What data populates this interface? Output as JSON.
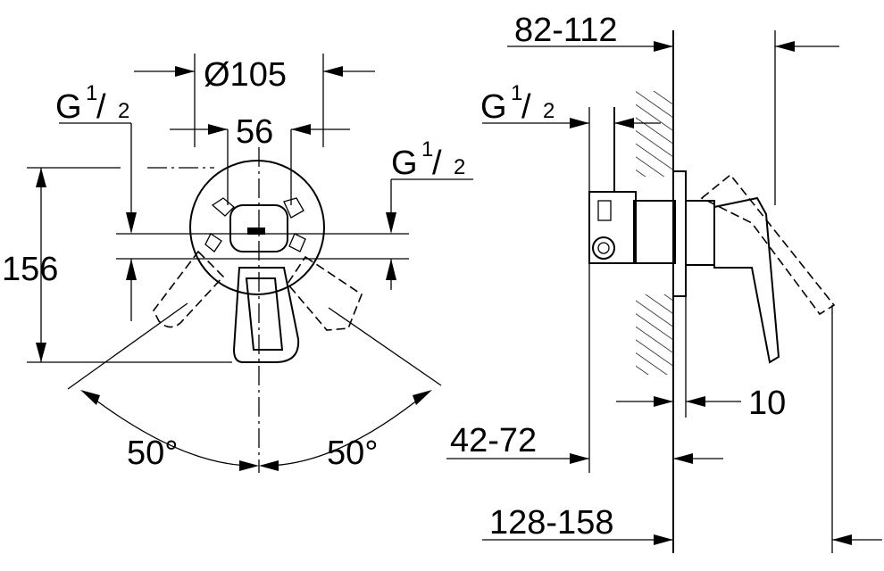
{
  "front_view": {
    "diameter_label": "Ø105",
    "width_label": "56",
    "height_label": "156",
    "thread_left": {
      "base": "G",
      "num": "1",
      "den": "2"
    },
    "thread_right": {
      "base": "G",
      "num": "1",
      "den": "2"
    },
    "angle_left": "50°",
    "angle_right": "50°"
  },
  "side_view": {
    "top_range_label": "82-112",
    "thread": {
      "base": "G",
      "num": "1",
      "den": "2"
    },
    "plate_label": "10",
    "mid_range_label": "42-72",
    "bottom_range_label": "128-158"
  }
}
